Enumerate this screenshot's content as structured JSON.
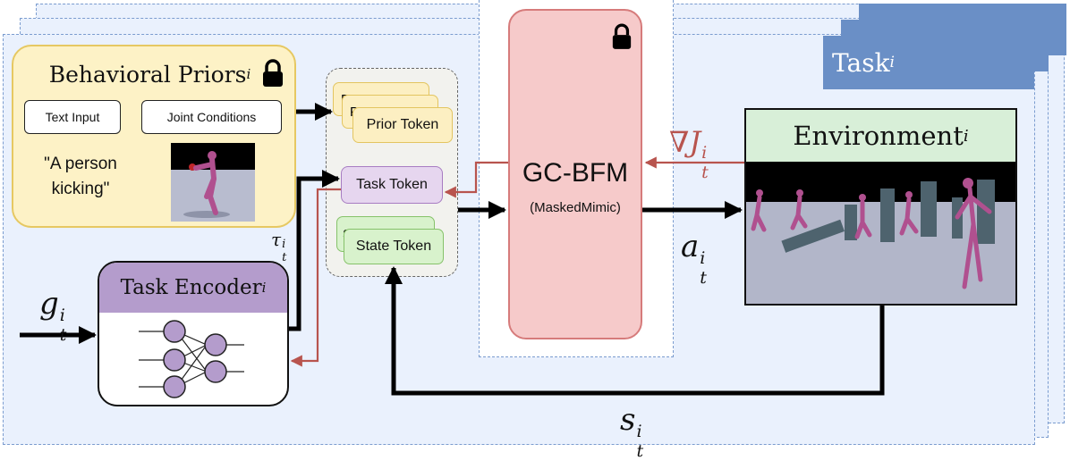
{
  "task_tab": {
    "label": "Task",
    "sup": "i"
  },
  "behavioral_priors": {
    "title": "Behavioral Priors",
    "sup": "i",
    "lock_icon": "lock-icon",
    "text_input": "Text Input",
    "joint_conditions": "Joint Conditions",
    "quote_line1": "\"A person",
    "quote_line2": "kicking\""
  },
  "tokens": {
    "prior_back1": "P",
    "prior_back2": "P",
    "prior": "Prior Token",
    "task": "Task Token",
    "state_back": "S",
    "state": "State Token"
  },
  "gcbfm": {
    "title": "GC-BFM",
    "subtitle": "(MaskedMimic)",
    "lock_icon": "lock-icon"
  },
  "environment": {
    "title": "Environment",
    "sup": "i"
  },
  "task_encoder": {
    "title": "Task Encoder",
    "sup": "i"
  },
  "symbols": {
    "g": {
      "base": "g",
      "sub": "t",
      "sup": "i"
    },
    "tau": {
      "base": "τ",
      "sub": "t",
      "sup": "i"
    },
    "a": {
      "base": "a",
      "sub": "t",
      "sup": "i"
    },
    "s": {
      "base": "s",
      "sub": "t",
      "sup": "i"
    },
    "gradJ": {
      "nabla": "∇",
      "base": "J",
      "sub": "t",
      "sup": "i"
    }
  },
  "colors": {
    "panel_bg": "#eaf1fd",
    "panel_border": "#6b8fc4",
    "task_tab": "#6a8fc6",
    "priors_bg": "#fdf2c6",
    "priors_border": "#e6c862",
    "gcbfm_bg": "#f6caca",
    "gcbfm_border": "#d67b7b",
    "env_header": "#d8efd8",
    "encoder_header": "#b49ccc",
    "task_token": "#e6d6ef",
    "state_token": "#d8f2cc",
    "prior_token": "#fcefc2",
    "red_arrow": "#b8544e"
  }
}
